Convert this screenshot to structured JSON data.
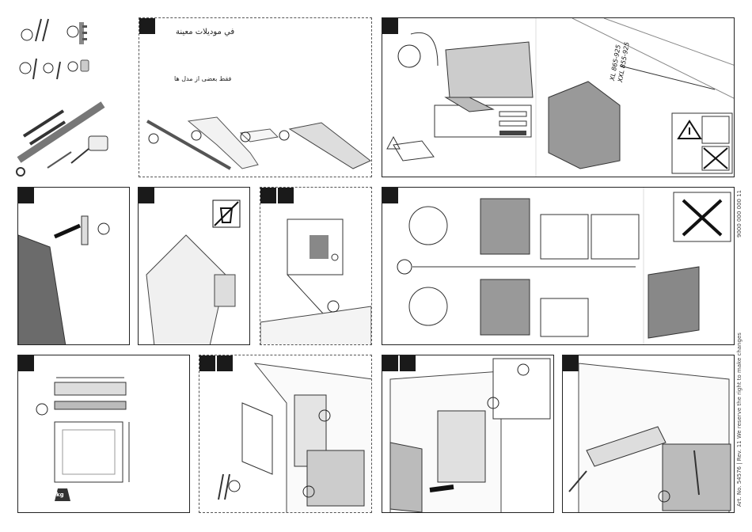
{
  "notes": {
    "arabic_models": "في موديلات معينة",
    "persian_models": "فقط بعضی از مدل ها"
  },
  "side_texts": {
    "doc_code": "9000 000 000 11",
    "footer_text": "Art. No. 54576 | Rev. 11 We reserve the right to make changes"
  },
  "dimension_labels": {
    "xl": "XL 865-925",
    "xxl": "XXL 855-925"
  },
  "badges": {
    "weight_unit": "kg"
  },
  "colors": {
    "step_box": "#1a1a1a",
    "line": "#222222",
    "panel_bg": "#ffffff",
    "appliance_gray": "#6b6b6b"
  }
}
